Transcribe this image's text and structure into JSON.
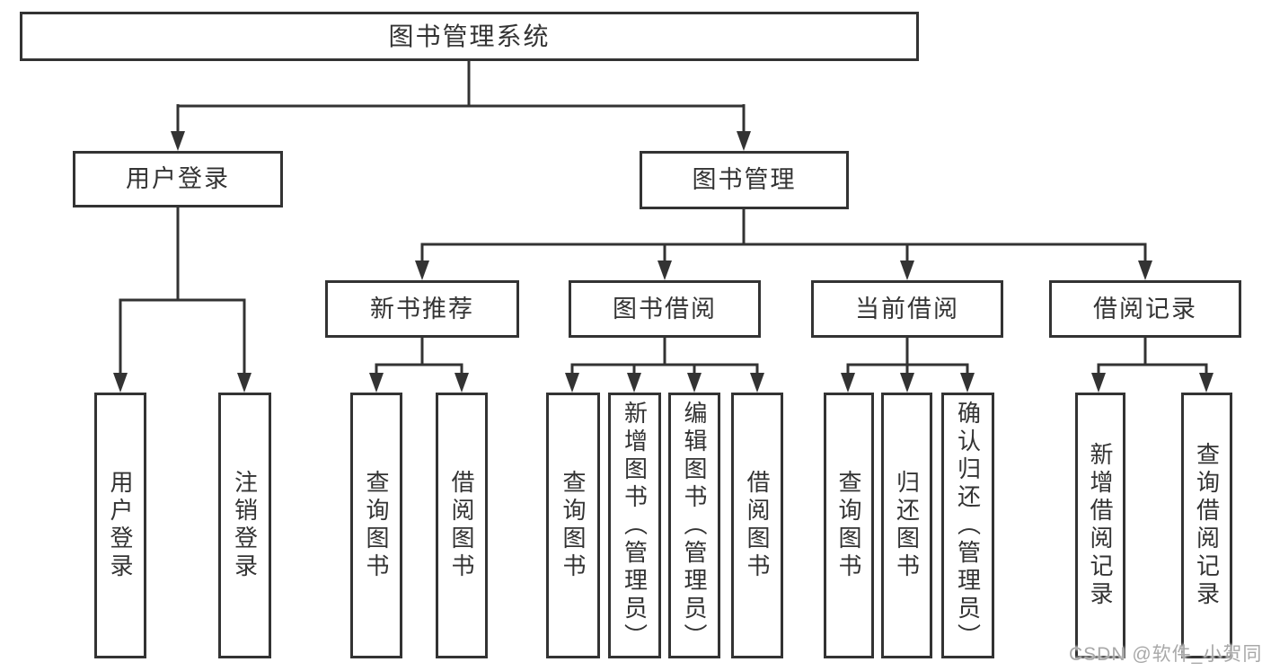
{
  "tree": {
    "root": {
      "label": "图书管理系统"
    },
    "children": [
      {
        "label": "用户登录",
        "children": [
          {
            "label": "用户登录"
          },
          {
            "label": "注销登录"
          }
        ]
      },
      {
        "label": "图书管理",
        "children": [
          {
            "label": "新书推荐",
            "children": [
              {
                "label": "查询图书"
              },
              {
                "label": "借阅图书"
              }
            ]
          },
          {
            "label": "图书借阅",
            "children": [
              {
                "label": "查询图书"
              },
              {
                "label": "新增图书（管理员）"
              },
              {
                "label": "编辑图书（管理员）"
              },
              {
                "label": "借阅图书"
              }
            ]
          },
          {
            "label": "当前借阅",
            "children": [
              {
                "label": "查询图书"
              },
              {
                "label": "归还图书"
              },
              {
                "label": "确认归还（管理员）"
              }
            ]
          },
          {
            "label": "借阅记录",
            "children": [
              {
                "label": "新增借阅记录"
              },
              {
                "label": "查询借阅记录"
              }
            ]
          }
        ]
      }
    ]
  },
  "watermark": {
    "text": "CSDN @软件_小贺同学"
  },
  "colors": {
    "line": "#333333",
    "box_border": "#333333",
    "text": "#333333",
    "background": "#ffffff",
    "watermark": "#a8a8a8"
  }
}
